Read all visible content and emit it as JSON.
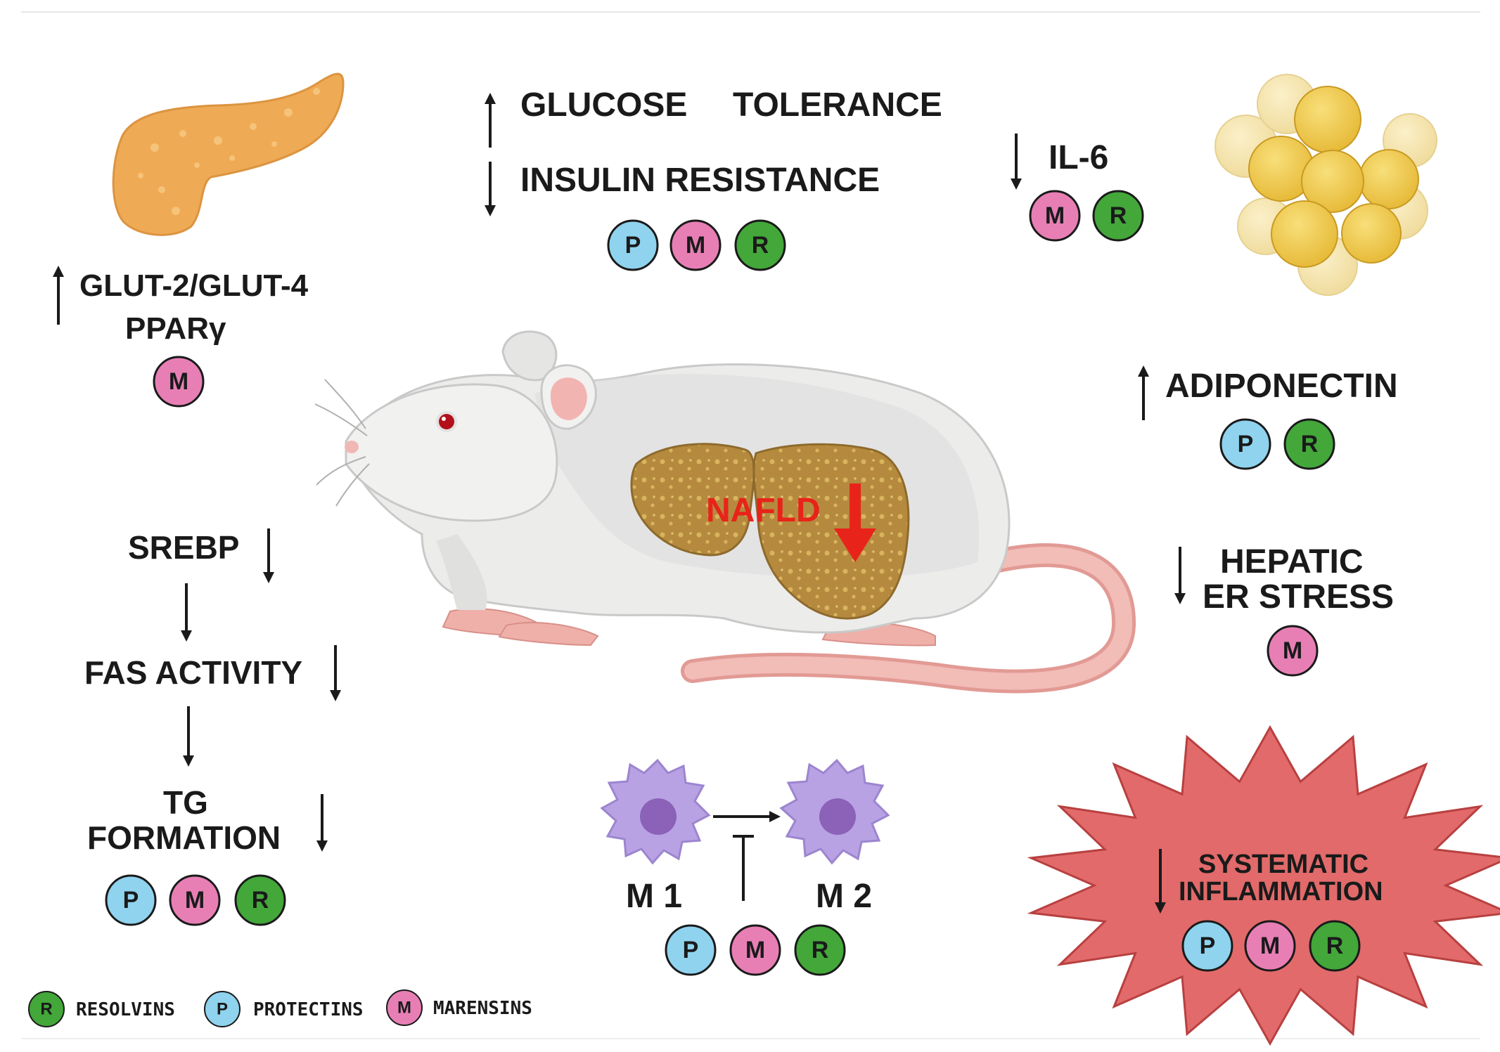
{
  "colors": {
    "protectin": "#8fd3ee",
    "marensin": "#e77fb5",
    "resolvin": "#43a73a",
    "nafld_red": "#e8231a",
    "starburst": "#e26a6a",
    "liver": "#b58a3e",
    "pancreas": "#efaa55",
    "adipocyte": "#f2cf57",
    "macrophage": "#b8a2e3"
  },
  "badges": {
    "p": "P",
    "m": "M",
    "r": "R"
  },
  "labels": {
    "glucose": "GLUCOSE",
    "tolerance": "TOLERANCE",
    "insulin_resistance": "INSULIN RESISTANCE",
    "il6": "IL-6",
    "glut": "GLUT-2/GLUT-4",
    "ppar": "PPARγ",
    "adiponectin": "ADIPONECTIN",
    "nafld": "NAFLD",
    "srebp": "SREBP",
    "fas_activity": "FAS ACTIVITY",
    "tg": "TG",
    "formation": "FORMATION",
    "hepatic": "HEPATIC",
    "er_stress": "ER STRESS",
    "m1": "M 1",
    "m2": "M 2",
    "systematic": "SYSTEMATIC",
    "inflammation": "INFLAMMATION"
  },
  "legend": {
    "resolvins": "RESOLVINS",
    "protectins": "PROTECTINS",
    "marensins": "MARENSINS"
  },
  "icons": [
    "pancreas-icon",
    "adipose-tissue-icon",
    "mouse-icon",
    "liver-icon",
    "macrophage-m1-icon",
    "macrophage-m2-icon",
    "starburst-icon"
  ]
}
